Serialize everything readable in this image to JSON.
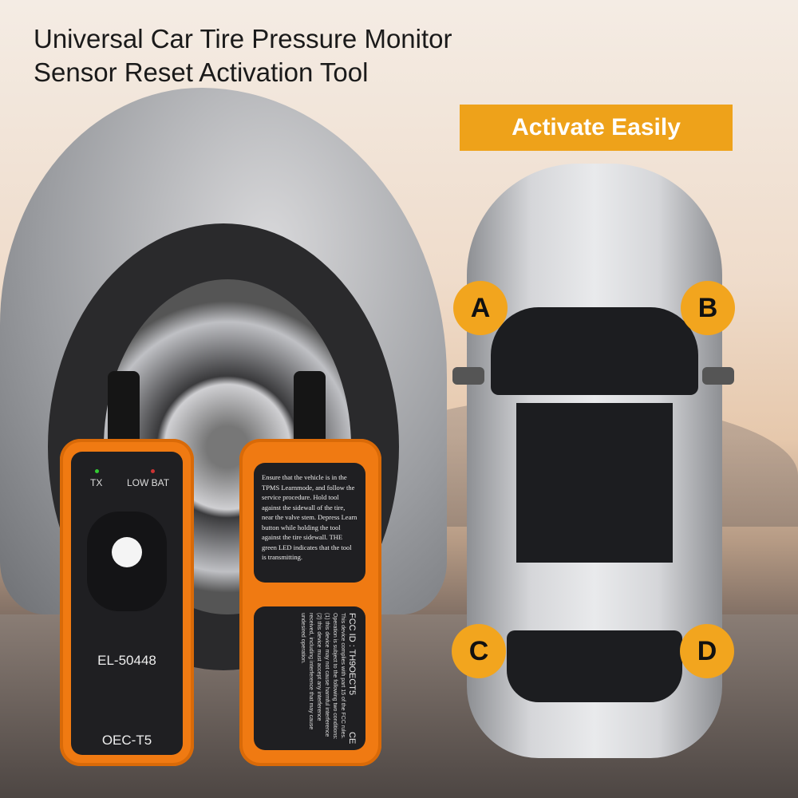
{
  "title_lines": [
    "Universal Car Tire Pressure Monitor",
    "Sensor Reset Activation Tool"
  ],
  "banner": "Activate Easily",
  "device_front": {
    "tx": "TX",
    "low_bat": "LOW BAT",
    "model": "EL-50448",
    "brand": "OEC-T5"
  },
  "device_back": {
    "instructions": "Ensure that the vehicle is in the TPMS Learnmode, and follow the service procedure. Hold tool against the sidewall of the tire, near the valve stem. Depress Learn button while holding the tool against the tire sidewall. THE green LED indicates that the tool is transmitting.",
    "fcc_id": "FCC ID : TH9OECT5",
    "ce": "CE",
    "fcc_text": "This device complies with part 15 of the FCC rules. Operation is subject to the following two conditions: (1) this device may not cause harmful interference (2) this device must accept any interference received, including interference that may cause undesired operation."
  },
  "wheel_labels": [
    "A",
    "B",
    "C",
    "D"
  ],
  "colors": {
    "accent": "#eea21a",
    "tool": "#f07a12"
  }
}
